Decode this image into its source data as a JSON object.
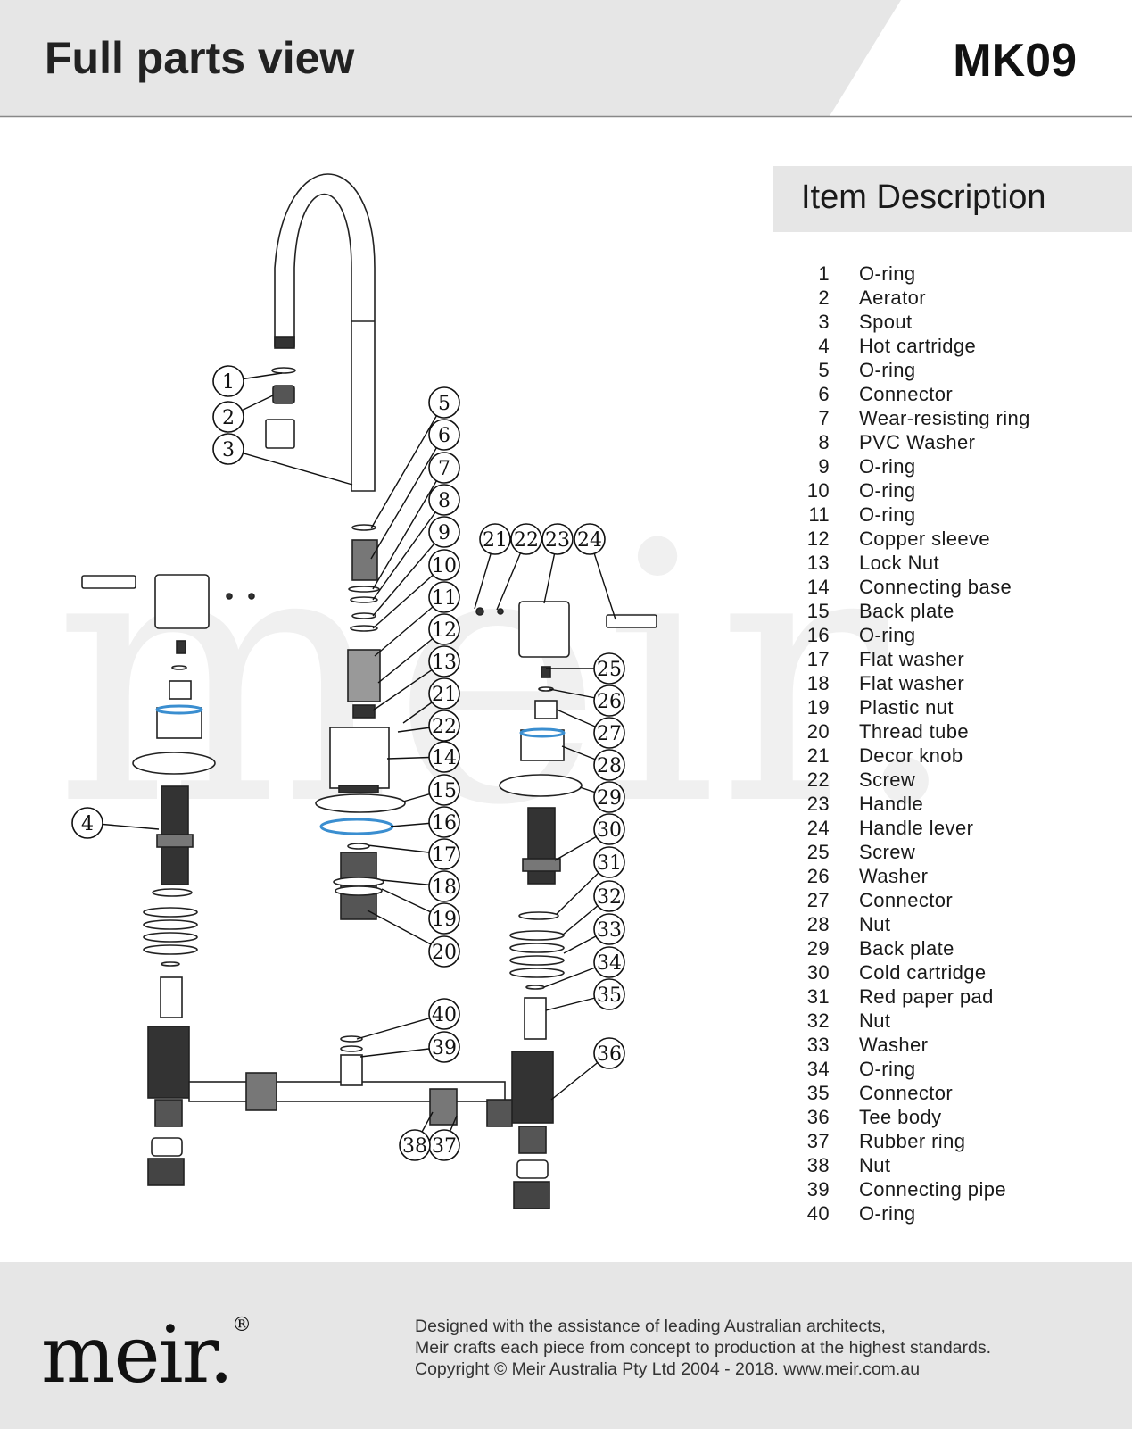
{
  "header": {
    "title": "Full parts view",
    "model": "MK09"
  },
  "items_header": "Item Description",
  "items": [
    {
      "n": "1",
      "d": "O-ring"
    },
    {
      "n": "2",
      "d": "Aerator"
    },
    {
      "n": "3",
      "d": "Spout"
    },
    {
      "n": "4",
      "d": "Hot cartridge"
    },
    {
      "n": "5",
      "d": "O-ring"
    },
    {
      "n": "6",
      "d": "Connector"
    },
    {
      "n": "7",
      "d": "Wear-resisting ring"
    },
    {
      "n": "8",
      "d": "PVC Washer"
    },
    {
      "n": "9",
      "d": "O-ring"
    },
    {
      "n": "10",
      "d": "O-ring"
    },
    {
      "n": "11",
      "d": "O-ring"
    },
    {
      "n": "12",
      "d": "Copper sleeve"
    },
    {
      "n": "13",
      "d": "Lock Nut"
    },
    {
      "n": "14",
      "d": "Connecting base"
    },
    {
      "n": "15",
      "d": "Back plate"
    },
    {
      "n": "16",
      "d": "O-ring"
    },
    {
      "n": "17",
      "d": "Flat washer"
    },
    {
      "n": "18",
      "d": "Flat washer"
    },
    {
      "n": "19",
      "d": "Plastic nut"
    },
    {
      "n": "20",
      "d": "Thread tube"
    },
    {
      "n": "21",
      "d": "Decor knob"
    },
    {
      "n": "22",
      "d": "Screw"
    },
    {
      "n": "23",
      "d": "Handle"
    },
    {
      "n": "24",
      "d": "Handle lever"
    },
    {
      "n": "25",
      "d": "Screw"
    },
    {
      "n": "26",
      "d": "Washer"
    },
    {
      "n": "27",
      "d": "Connector"
    },
    {
      "n": "28",
      "d": "Nut"
    },
    {
      "n": "29",
      "d": "Back plate"
    },
    {
      "n": "30",
      "d": "Cold cartridge"
    },
    {
      "n": "31",
      "d": "Red paper pad"
    },
    {
      "n": "32",
      "d": "Nut"
    },
    {
      "n": "33",
      "d": "Washer"
    },
    {
      "n": "34",
      "d": "O-ring"
    },
    {
      "n": "35",
      "d": "Connector"
    },
    {
      "n": "36",
      "d": "Tee body"
    },
    {
      "n": "37",
      "d": "Rubber ring"
    },
    {
      "n": "38",
      "d": "Nut"
    },
    {
      "n": "39",
      "d": "Connecting pipe"
    },
    {
      "n": "40",
      "d": "O-ring"
    }
  ],
  "watermark": "meir.",
  "footer": {
    "logo": "meir.",
    "registered": "®",
    "lines": [
      "Designed with the assistance of leading Australian architects,",
      "Meir crafts each piece from concept to production at the highest standards.",
      "Copyright © Meir Australia Pty Ltd 2004 - 2018. www.meir.com.au"
    ]
  }
}
